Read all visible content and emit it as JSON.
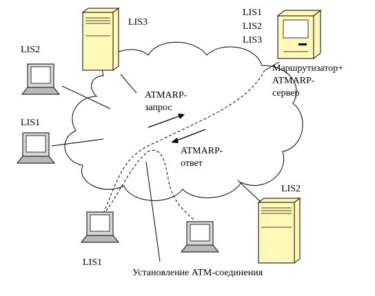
{
  "labels": {
    "lis3_server": "LIS3",
    "lis2_laptop": "LIS2",
    "lis1_laptop_left": "LIS1",
    "lis1_laptop_bottom": "LIS1",
    "lis2_server": "LIS2",
    "router_lis1": "LIS1",
    "router_lis2": "LIS2",
    "router_lis3": "LIS3",
    "router_line1": "Маршрутизатор+",
    "router_line2": "ATMARP-",
    "router_line3": "сервер",
    "request_line1": "ATMARP-",
    "request_line2": "запрос",
    "reply_line1": "ATMARP-",
    "reply_line2": "ответ",
    "connection": "Установление ATM-соединения"
  },
  "icons": {
    "server": "server-tower-icon",
    "laptop": "laptop-icon",
    "router": "router-computer-icon",
    "cloud": "atm-network-cloud"
  },
  "colors": {
    "server_fill": "#fff8b8",
    "laptop_fill": "#d8d8d8",
    "line": "#000000",
    "background": "#ffffff"
  }
}
